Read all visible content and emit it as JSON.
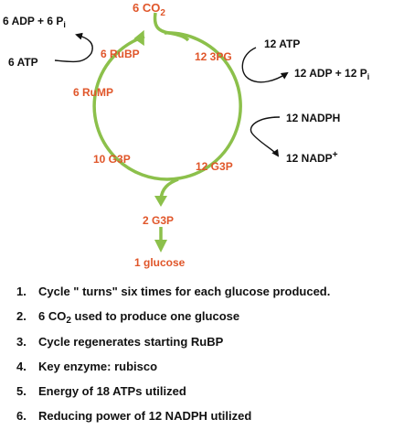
{
  "colors": {
    "accent": "#e0562a",
    "arrow": "#8cc04b",
    "text": "#111111"
  },
  "cycle": {
    "co2_input": {
      "text": "6 CO",
      "sub": "2"
    },
    "rubp": "6 RuBP",
    "pg3": "12 3PG",
    "rump": "6 RuMP",
    "g3p_left": "10 G3P",
    "g3p_right": "12 G3P",
    "g3p_out": "2 G3P",
    "glucose": "1 glucose"
  },
  "cofactors": {
    "atp_in_left": "6 ATP",
    "adp_out_left": {
      "text": "6 ADP + 6 P",
      "sub": "i"
    },
    "atp_in_right": "12 ATP",
    "adp_out_right": {
      "text": "12 ADP + 12 P",
      "sub": "i"
    },
    "nadph_in": "12 NADPH",
    "nadp_out": {
      "text": "12 NADP",
      "sup": "+"
    }
  },
  "notes": [
    {
      "num": "1.",
      "text": "Cycle \" turns\"  six times for each  glucose produced."
    },
    {
      "num": "2.",
      "pre": "6 CO",
      "sub": "2",
      "post": " used to produce one glucose"
    },
    {
      "num": "3.",
      "text": "Cycle regenerates starting RuBP"
    },
    {
      "num": "4.",
      "text": "Key enzyme:  rubisco"
    },
    {
      "num": "5.",
      "text": "Energy of 18 ATPs utilized"
    },
    {
      "num": "6.",
      "text": "Reducing power of 12 NADPH utilized"
    }
  ]
}
